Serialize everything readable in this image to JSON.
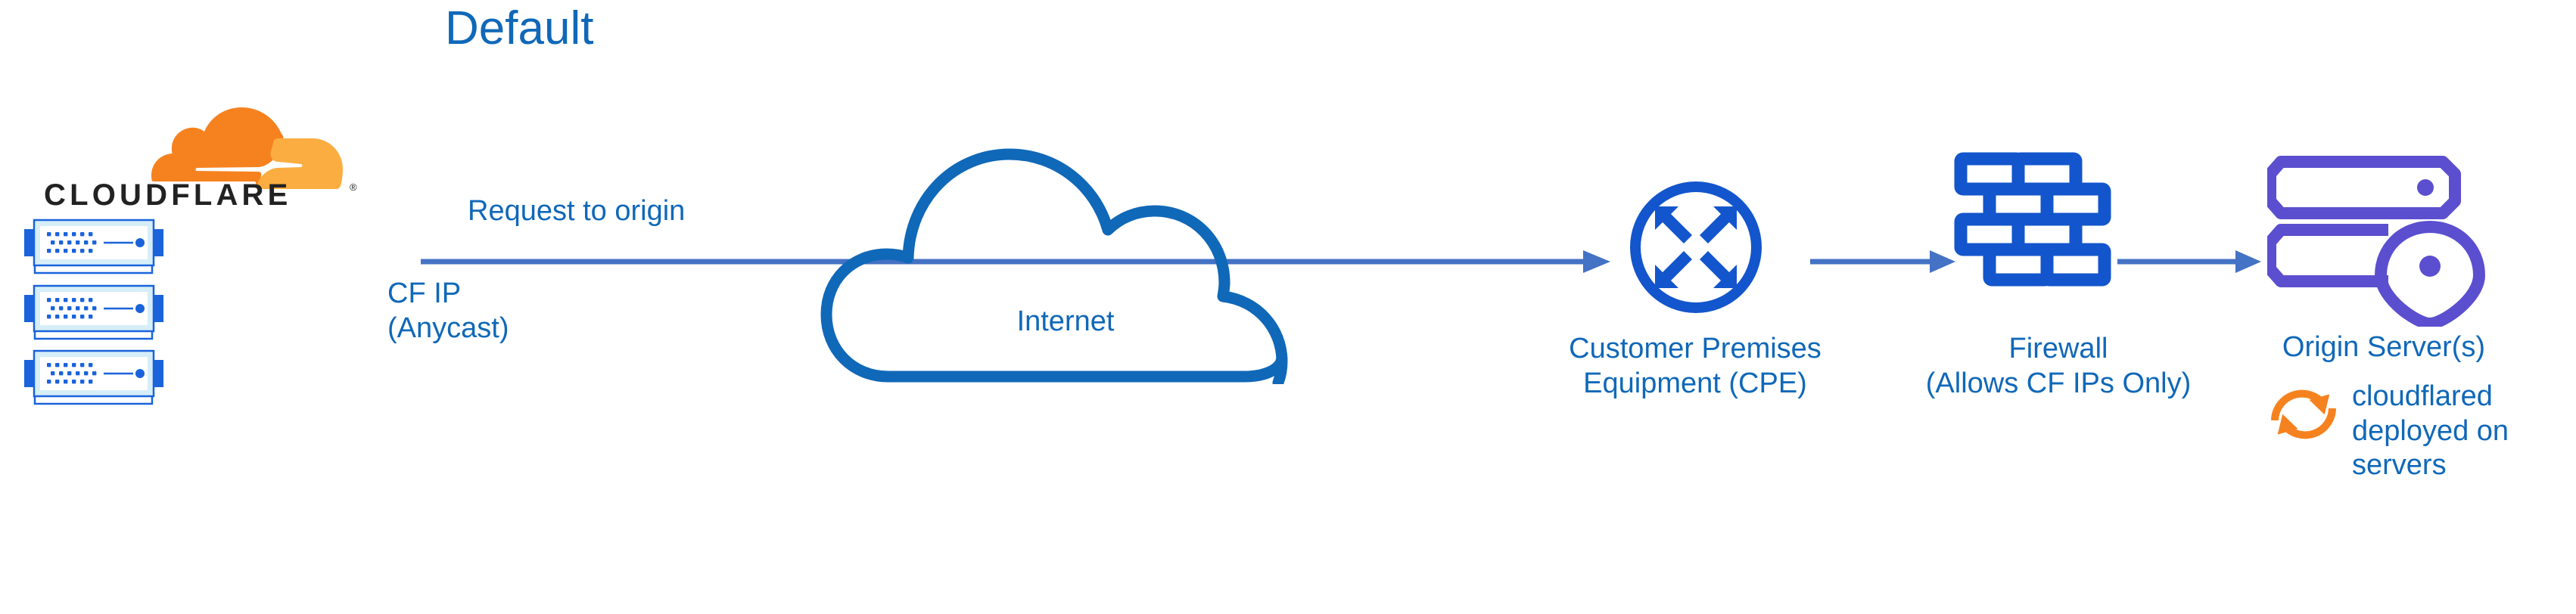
{
  "diagram": {
    "title": "Default",
    "brand": {
      "wordmark": "CLOUDFLARE",
      "logo_icon": "cloudflare-cloud-icon",
      "registered_mark": "®"
    },
    "colors": {
      "label_blue": "#1068B8",
      "arrow_blue": "#4472C4",
      "icon_blue": "#1355CC",
      "rack_blue": "#1A63DB",
      "rack_fill": "#D6EEF7",
      "origin_purple": "#5B4FCF",
      "cloudflare_orange": "#F6821F",
      "cloudflare_orange_light": "#FBAD41",
      "wordmark_black": "#222222",
      "background": "#FFFFFF"
    },
    "racks": [
      {
        "name": "cloudflare-edge-server-1"
      },
      {
        "name": "cloudflare-edge-server-2"
      },
      {
        "name": "cloudflare-edge-server-3"
      }
    ],
    "flow": {
      "request_label": "Request to origin",
      "cf_ip_label_line1": "CF IP",
      "cf_ip_label_line2": "(Anycast)"
    },
    "nodes": {
      "internet": {
        "label": "Internet",
        "icon": "cloud-outline-icon"
      },
      "cpe": {
        "label_line1": "Customer Premises",
        "label_line2": "Equipment (CPE)",
        "icon": "router-four-arrows-icon"
      },
      "firewall": {
        "label_line1": "Firewall",
        "label_line2": "(Allows CF IPs Only)",
        "icon": "brick-wall-icon"
      },
      "origin": {
        "label": "Origin Server(s)",
        "icon": "server-stack-location-pin-icon"
      }
    },
    "annotation": {
      "icon": "sync-circular-arrows-icon",
      "line1": "cloudflared",
      "line2": "deployed on",
      "line3": "servers"
    }
  }
}
